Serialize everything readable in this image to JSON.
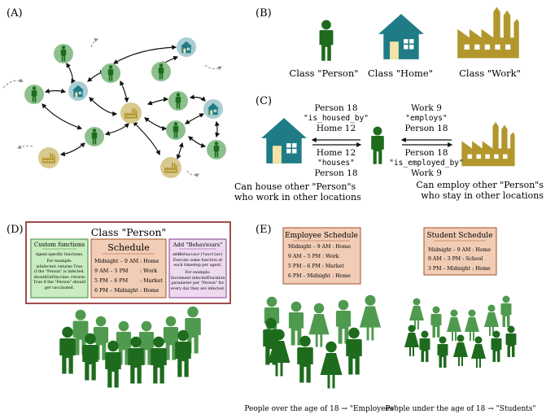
{
  "panels": {
    "a": {
      "label": "(A)"
    },
    "b": {
      "label": "(B)",
      "person": "Class \"Person\"",
      "home": "Class \"Home\"",
      "work": "Class \"Work\""
    },
    "c": {
      "label": "(C)",
      "home_to_person": [
        "Person 18",
        "\"is_housed_by\"",
        "Home 12"
      ],
      "person_to_home": [
        "Home 12",
        "\"houses\"",
        "Person 18"
      ],
      "person_to_work": [
        "Work 9",
        "\"employs\"",
        "Person 18"
      ],
      "work_to_person": [
        "Person 18",
        "\"is_employed_by\"",
        "Work 9"
      ],
      "home_caption": [
        "Can house other \"Person\"s",
        "who work in other locations"
      ],
      "work_caption": [
        "Can employ other \"Person\"s",
        "who stay in other locations"
      ]
    },
    "d": {
      "label": "(D)",
      "title": "Class \"Person\"",
      "custom": {
        "title": "Custom functions",
        "lines": [
          "Agent-specific functions.",
          "For example:",
          "isInfected: returns True",
          "if the \"Person\" is infected.",
          "shouldGetVaccine: returns",
          "True if the \"Person\" should",
          "get vaccinated."
        ]
      },
      "schedule": {
        "title": "Schedule",
        "rows": [
          {
            "time": "Midnight – 9 AM",
            "place": ": Home"
          },
          {
            "time": "9 AM – 5 PM",
            "place": ": Work"
          },
          {
            "time": "5 PM – 6 PM",
            "place": ": Market"
          },
          {
            "time": "6 PM – Midnight",
            "place": ": Home"
          }
        ]
      },
      "behaviours": {
        "title": "Add \"Behaviours\"",
        "lines": [
          "addBehaviour(function)",
          "Execute some function at",
          "each timestep per agent.",
          "For example:",
          "Increment infectedDuration",
          "parameter per \"Person\" for",
          "every day they are infected."
        ]
      }
    },
    "e": {
      "label": "(E)",
      "employee": {
        "title": "Employee Schedule",
        "rows": [
          "Midnight – 9 AM : Home",
          "9 AM – 5 PM : Work",
          "5 PM – 6 PM : Market",
          "6 PM – Midnight : Home"
        ]
      },
      "student": {
        "title": "Student Schedule",
        "rows": [
          "Midnight – 9 AM : Home",
          "9 AM – 3 PM : School",
          "3 PM – Midnight : Home"
        ]
      },
      "employee_caption": "People over the age of 18 → \"Employees\"",
      "student_caption": "People under the age of 18 → \"Students\""
    }
  },
  "colors": {
    "person_green": "#1e6b1e",
    "person_light": "#4f9a4f",
    "person_bg": "#8cc08c",
    "home_teal": "#1f7c86",
    "home_bg": "#a9cdd3",
    "work_gold": "#b3972d",
    "work_bg": "#d8c98f",
    "frame_red": "#8b2020",
    "box_green": "#c9ecc0",
    "box_orange": "#f2cdb6",
    "box_purple": "#eedaf0"
  }
}
